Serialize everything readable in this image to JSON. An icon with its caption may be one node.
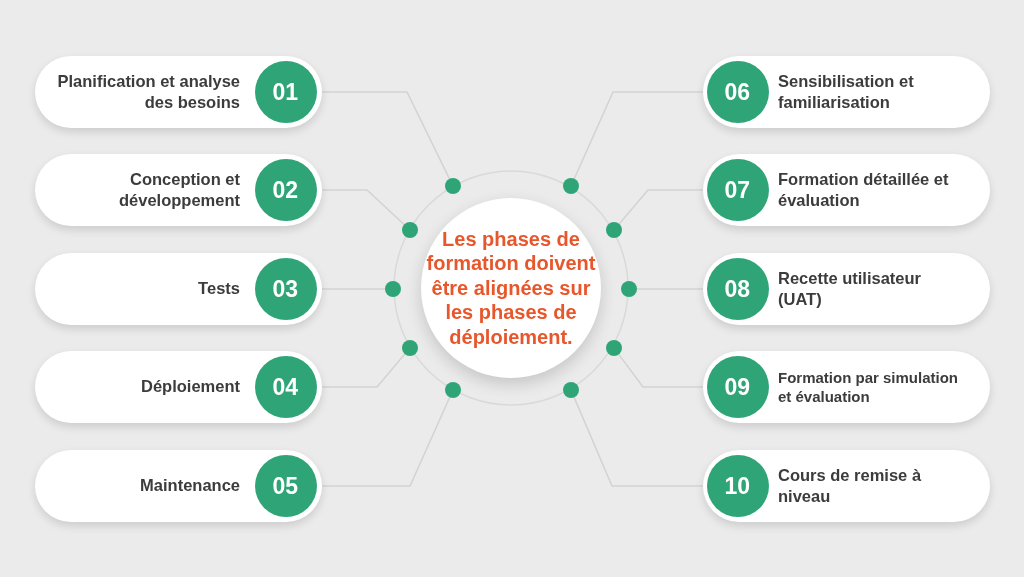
{
  "diagram": {
    "nodes": [
      {
        "text": [
          "Les phases de formation doivent être alignées sur les phases de déploiement."
        ]
      },
      {
        "text": [
          "Planification et analyse des besoins"
        ]
      },
      {
        "text": [
          "01"
        ],
        "in": 1
      },
      {
        "text": [
          "Conception et développement"
        ]
      },
      {
        "text": [
          "02"
        ],
        "in": 3
      },
      {
        "text": [
          "Tests"
        ]
      },
      {
        "text": [
          "03"
        ],
        "in": 5
      },
      {
        "text": [
          "Déploiement"
        ]
      },
      {
        "text": [
          "04"
        ],
        "in": 7
      },
      {
        "text": [
          "Maintenance"
        ]
      },
      {
        "text": [
          "05"
        ],
        "in": 9
      },
      {
        "text": [
          "Sensibilisation et familiarisation"
        ]
      },
      {
        "text": [
          "06"
        ],
        "in": 11
      },
      {
        "text": [
          "Formation détaillée et évaluation"
        ]
      },
      {
        "text": [
          "07"
        ],
        "in": 13
      },
      {
        "text": [
          "Recette utilisateur (UAT)"
        ]
      },
      {
        "text": [
          "08"
        ],
        "in": 15
      },
      {
        "text": [
          "Formation par simulation et évaluation"
        ]
      },
      {
        "text": [
          "09"
        ],
        "in": 17
      },
      {
        "text": [
          "Cours de remise à niveau"
        ]
      },
      {
        "text": [
          "10"
        ],
        "in": 19
      },
      {
        "text": [],
        "shape": "circle"
      },
      {
        "text": [],
        "shape": "circle"
      },
      {
        "text": [],
        "shape": "circle"
      },
      {
        "text": [],
        "shape": "circle"
      },
      {
        "text": [],
        "shape": "circle"
      },
      {
        "text": [],
        "shape": "circle"
      },
      {
        "text": [],
        "shape": "circle"
      },
      {
        "text": [],
        "shape": "circle"
      },
      {
        "text": [],
        "shape": "circle"
      },
      {
        "text": [],
        "shape": "circle"
      }
    ],
    "edges": [
      {
        "from": 1,
        "to": 21,
        "arrow": "none"
      },
      {
        "from": 3,
        "to": 22,
        "arrow": "none"
      },
      {
        "from": 5,
        "to": 23,
        "arrow": "none"
      },
      {
        "from": 7,
        "to": 24,
        "arrow": "none"
      },
      {
        "from": 9,
        "to": 25,
        "arrow": "none"
      },
      {
        "from": 11,
        "to": 26,
        "arrow": "none"
      },
      {
        "from": 13,
        "to": 27,
        "arrow": "none"
      },
      {
        "from": 15,
        "to": 28,
        "arrow": "none"
      },
      {
        "from": 17,
        "to": 29,
        "arrow": "none"
      },
      {
        "from": 19,
        "to": 30,
        "arrow": "none"
      }
    ]
  }
}
